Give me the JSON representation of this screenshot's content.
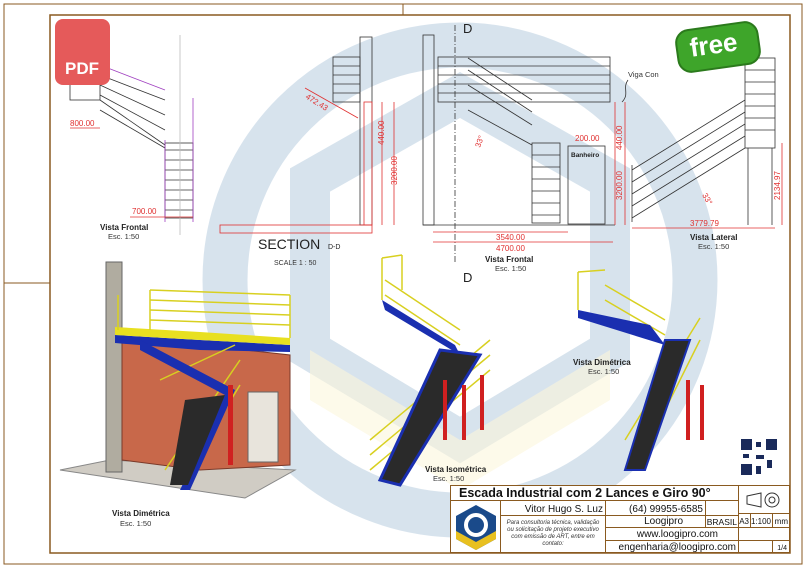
{
  "badges": {
    "pdf": "PDF",
    "free": "free"
  },
  "views": {
    "frontal_left": {
      "title": "Vista Frontal",
      "scale": "Esc. 1:50",
      "dims": [
        "800.00",
        "700.00"
      ]
    },
    "section": {
      "title": "SECTION",
      "suffix": "D-D",
      "scale": "SCALE 1 : 50",
      "dims": [
        "472.43",
        "440.00",
        "3200.00"
      ]
    },
    "frontal": {
      "title": "Vista Frontal",
      "scale": "Esc. 1:50",
      "dims": [
        "200.00",
        "440.00",
        "3200.00",
        "3540.00",
        "4700.00"
      ],
      "angle": "33°",
      "room": "Banheiro",
      "cut": "D"
    },
    "lateral": {
      "title": "Vista Lateral",
      "scale": "Esc. 1:50",
      "dims": [
        "3779.79",
        "2134.97"
      ],
      "angle": "33°",
      "note": "Viga Con"
    },
    "dimetrica_left": {
      "title": "Vista Dimétrica",
      "scale": "Esc. 1:50"
    },
    "isometrica": {
      "title": "Vista Isométrica",
      "scale": "Esc. 1:50"
    },
    "dimetrica_right": {
      "title": "Vista Dimétrica",
      "scale": "Esc. 1:50"
    }
  },
  "title_block": {
    "title": "Escada Industrial com 2 Lances e Giro 90°",
    "owner": "Vitor Hugo S. Luz",
    "phone": "(64) 99955-6585",
    "observations": "Para consultoria técnica, validação ou solicitação de projeto executivo com emissão de ART, entre em contato:",
    "social": "Loogipro",
    "website": "www.loogipro.com",
    "email": "engenharia@loogipro.com",
    "country": "BRASIL",
    "format": "A3",
    "scale": "1:100",
    "unit": "mm",
    "sheet": "1/4"
  },
  "colors": {
    "border": "#8a5a20",
    "dim": "#e03030",
    "yellow": "#e8e020",
    "blue": "#1a2fb0",
    "brick": "#c8684a"
  }
}
